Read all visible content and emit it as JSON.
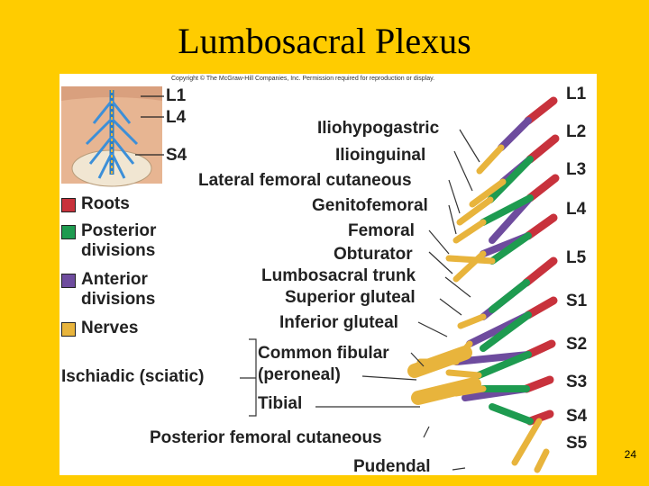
{
  "slide": {
    "title": "Lumbosacral Plexus",
    "page_number": "24",
    "copyright": "Copyright © The McGraw-Hill Companies, Inc. Permission required for reproduction or display."
  },
  "thumbnail": {
    "labels": [
      "L1",
      "L4",
      "S4"
    ]
  },
  "legend": [
    {
      "label": "Roots",
      "color": "#C8323C"
    },
    {
      "label": "Posterior\ndivisions",
      "color": "#1E9B50"
    },
    {
      "label": "Anterior\ndivisions",
      "color": "#6E4C9E"
    },
    {
      "label": "Nerves",
      "color": "#E8B43C"
    }
  ],
  "levels": [
    "L1",
    "L2",
    "L3",
    "L4",
    "L5",
    "S1",
    "S2",
    "S3",
    "S4",
    "S5"
  ],
  "nerves": {
    "iliohypogastric": "Iliohypogastric",
    "ilioinguinal": "Ilioinguinal",
    "lateral_femoral_cutaneous": "Lateral femoral cutaneous",
    "genitofemoral": "Genitofemoral",
    "femoral": "Femoral",
    "obturator": "Obturator",
    "lumbosacral_trunk": "Lumbosacral trunk",
    "superior_gluteal": "Superior gluteal",
    "inferior_gluteal": "Inferior gluteal",
    "common_fibular": "Common fibular",
    "peroneal": "(peroneal)",
    "tibial": "Tibial",
    "ischiadic": "Ischiadic (sciatic)",
    "posterior_femoral_cutaneous": "Posterior femoral cutaneous",
    "pudendal": "Pudendal"
  }
}
